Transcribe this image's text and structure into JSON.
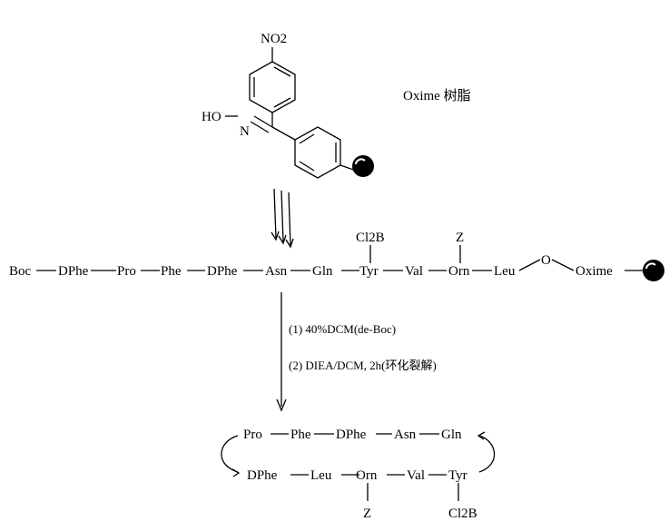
{
  "resin_label": "Oxime 树脂",
  "nitro_group": "NO2",
  "oxime_o": "HO",
  "oxime_n": "N",
  "linear_chain": {
    "residues": [
      "Boc",
      "DPhe",
      "Pro",
      "Phe",
      "DPhe",
      "Asn",
      "Gln",
      "Tyr",
      "Val",
      "Orn",
      "Leu"
    ],
    "link_atom": "O",
    "resin": "Oxime",
    "tyr_protecting_group": "Cl2B",
    "orn_protecting_group": "Z"
  },
  "steps": [
    "(1) 40%DCM(de-Boc)",
    "(2) DIEA/DCM, 2h(环化裂解)"
  ],
  "cyclic_product": {
    "top_row": [
      "Pro",
      "Phe",
      "DPhe",
      "Asn",
      "Gln"
    ],
    "bottom_row": [
      "DPhe",
      "Leu",
      "Orn",
      "Val",
      "Tyr"
    ],
    "orn_protecting_group": "Z",
    "tyr_protecting_group": "Cl2B"
  },
  "colors": {
    "ink": "#000000",
    "background": "#ffffff"
  }
}
